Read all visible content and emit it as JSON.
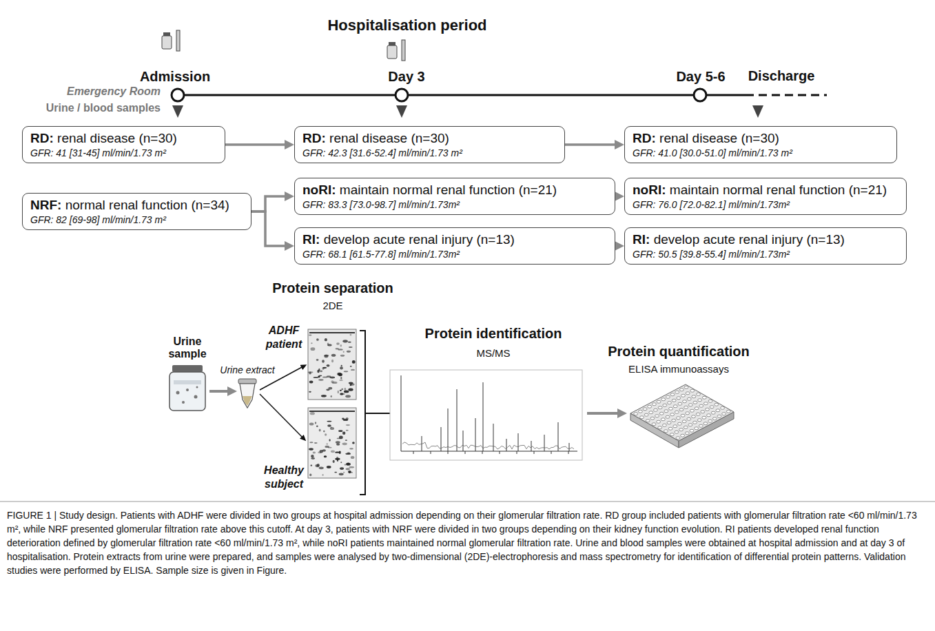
{
  "diagram": {
    "title": "Hospitalisation period",
    "caption": "FIGURE 1 | Study design. Patients with ADHF were divided in two groups at hospital admission depending on their glomerular filtration rate. RD group included patients with glomerular filtration rate <60 ml/min/1.73 m², while NRF presented glomerular filtration rate above this cutoff. At day 3, patients with NRF were divided in two groups depending on their kidney function evolution. RI patients developed renal function deterioration defined by glomerular filtration rate <60 ml/min/1.73 m², while noRI patients maintained normal glomerular filtration rate. Urine and blood samples were obtained at hospital admission and at day 3 of hospitalisation. Protein extracts from urine were prepared, and samples were analysed by two-dimensional (2DE)-electrophoresis and mass spectrometry for identification of differential protein patterns. Validation studies were performed by ELISA. Sample size is given in Figure.",
    "nodes": [
      {
        "text": [
          "RD:",
          "renal disease (n=30)",
          "GFR: 41 [31-45] ml/min/1.73 m²"
        ]
      },
      {
        "text": [
          "RD:",
          "renal disease (n=30)",
          "GFR: 42.3 [31.6-52.4] ml/min/1.73 m²"
        ]
      },
      {
        "text": [
          "RD:",
          "renal disease (n=30)",
          "GFR: 41.0 [30.0-51.0] ml/min/1.73 m²"
        ]
      },
      {
        "text": [
          "NRF:",
          "normal renal function (n=34)",
          "GFR: 82 [69-98] ml/min/1.73 m²"
        ]
      },
      {
        "text": [
          "noRI:",
          "maintain normal renal function (n=21)",
          "GFR: 83.3 [73.0-98.7] ml/min/1.73m²"
        ]
      },
      {
        "text": [
          "noRI:",
          "maintain normal renal function (n=21)",
          "GFR: 76.0 [72.0-82.1] ml/min/1.73m²"
        ]
      },
      {
        "text": [
          "RI:",
          "develop acute renal injury (n=13)",
          "GFR: 68.1 [61.5-77.8] ml/min/1.73m²"
        ]
      },
      {
        "text": [
          "RI:",
          "develop acute renal injury (n=13)",
          "GFR: 50.5 [39.8-55.4] ml/min/1.73m²"
        ]
      }
    ],
    "edges": [
      {
        "from": 0,
        "to": 1,
        "arrow": "to"
      },
      {
        "from": 1,
        "to": 2,
        "arrow": "to"
      },
      {
        "from": 3,
        "to": 4,
        "arrow": "to"
      },
      {
        "from": 3,
        "to": 6,
        "arrow": "to"
      },
      {
        "from": 4,
        "to": 5,
        "arrow": "to"
      },
      {
        "from": 6,
        "to": 7,
        "arrow": "to"
      }
    ],
    "labels": [
      "Admission",
      "Day 3",
      "Day 5-6",
      "Discharge",
      "Emergency Room",
      "Urine / blood samples",
      "Protein separation",
      "2DE",
      "Urine sample",
      "Urine extract",
      "ADHF patient",
      "Healthy subject",
      "Protein identification",
      "MS/MS",
      "Protein quantification",
      "ELISA immunoassays"
    ]
  }
}
